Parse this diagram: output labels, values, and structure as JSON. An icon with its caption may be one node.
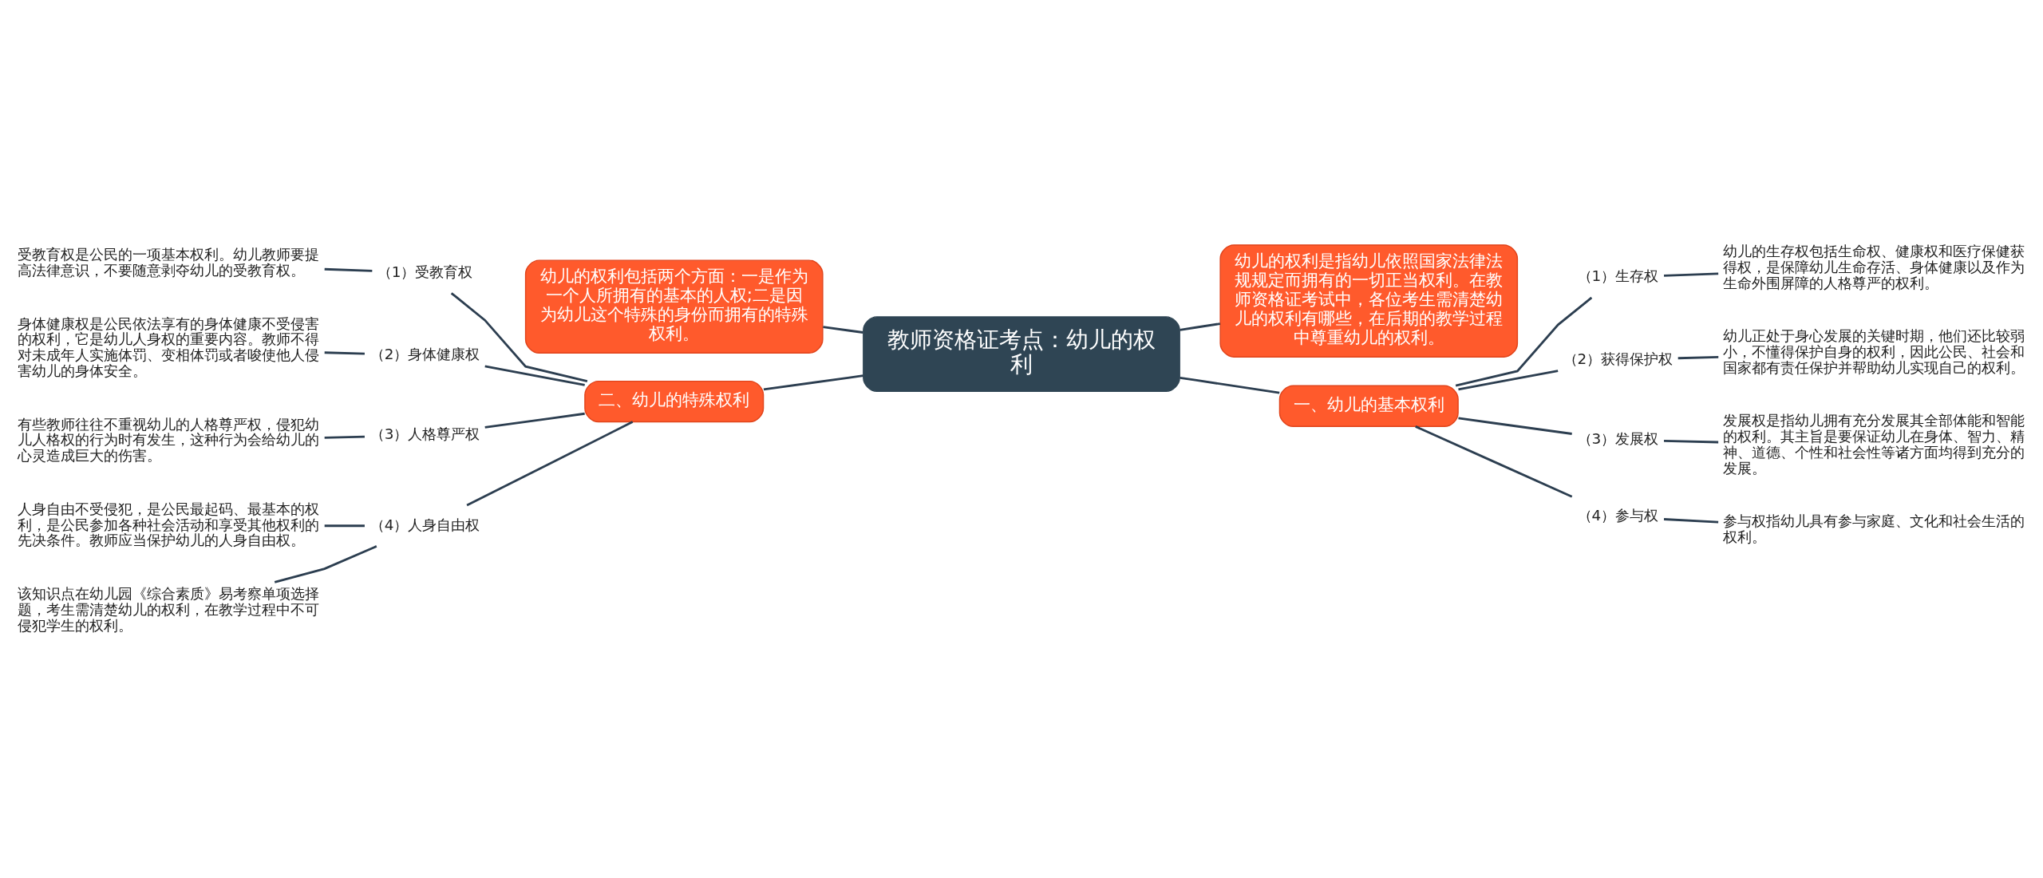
{
  "diagram": {
    "nodes": [
      {
        "text": [
          "教师资格证考点：幼儿的权利"
        ]
      },
      {
        "text": [
          "幼儿的权利包括两个方面：一是作为一个人所拥有的基本的人权;二是因为幼儿这个特殊的身份而拥有的特殊权利。"
        ]
      },
      {
        "text": [
          "二、幼儿的特殊权利"
        ]
      },
      {
        "text": [
          "（1）受教育权"
        ]
      },
      {
        "text": [
          "受教育权是公民的一项基本权利。幼儿教师要提高法律意识，不要随意剥夺幼儿的受教育权。"
        ]
      },
      {
        "text": [
          "（2）身体健康权"
        ]
      },
      {
        "text": [
          "身体健康权是公民依法享有的身体健康不受侵害的权利，它是幼儿人身权的重要内容。教师不得对未成年人实施体罚、变相体罚或者唆使他人侵害幼儿的身体安全。"
        ]
      },
      {
        "text": [
          "（3）人格尊严权"
        ]
      },
      {
        "text": [
          "有些教师往往不重视幼儿的人格尊严权，侵犯幼儿人格权的行为时有发生，这种行为会给幼儿的心灵造成巨大的伤害。"
        ]
      },
      {
        "text": [
          "（4）人身自由权"
        ]
      },
      {
        "text": [
          "人身自由不受侵犯，是公民最起码、最基本的权利，是公民参加各种社会活动和享受其他权利的先决条件。教师应当保护幼儿的人身自由权。"
        ]
      },
      {
        "text": [
          "该知识点在幼儿园《综合素质》易考察单项选择题，考生需清楚幼儿的权利，在教学过程中不可侵犯学生的权利。"
        ]
      },
      {
        "text": [
          "幼儿的权利是指幼儿依照国家法律法规规定而拥有的一切正当权利。在教师资格证考试中，各位考生需清楚幼儿的权利有哪些，在后期的教学过程中尊重幼儿的权利。"
        ]
      },
      {
        "text": [
          "一、幼儿的基本权利"
        ]
      },
      {
        "text": [
          "（1）生存权"
        ]
      },
      {
        "text": [
          "幼儿的生存权包括生命权、健康权和医疗保健获得权，是保障幼儿生命存活、身体健康以及作为生命外围屏障的人格尊严的权利。"
        ]
      },
      {
        "text": [
          "（2）获得保护权"
        ]
      },
      {
        "text": [
          "幼儿正处于身心发展的关键时期，他们还比较弱小，不懂得保护自身的权利，因此公民、社会和国家都有责任保护并帮助幼儿实现自己的权利。"
        ]
      },
      {
        "text": [
          "（3）发展权"
        ]
      },
      {
        "text": [
          "发展权是指幼儿拥有充分发展其全部体能和智能的权利。其主旨是要保证幼儿在身体、智力、精神、道德、个性和社会性等诸方面均得到充分的发展。"
        ]
      },
      {
        "text": [
          "（4）参与权"
        ]
      },
      {
        "text": [
          "参与权指幼儿具有参与家庭、文化和社会生活的权利。"
        ]
      }
    ],
    "edges": [
      {
        "from": 0,
        "to": 1,
        "arrow": "none"
      },
      {
        "from": 0,
        "to": 2,
        "arrow": "none"
      },
      {
        "from": 2,
        "to": 3,
        "arrow": "none"
      },
      {
        "from": 3,
        "to": 4,
        "arrow": "none"
      },
      {
        "from": 2,
        "to": 5,
        "arrow": "none"
      },
      {
        "from": 5,
        "to": 6,
        "arrow": "none"
      },
      {
        "from": 2,
        "to": 7,
        "arrow": "none"
      },
      {
        "from": 7,
        "to": 8,
        "arrow": "none"
      },
      {
        "from": 2,
        "to": 9,
        "arrow": "none"
      },
      {
        "from": 9,
        "to": 10,
        "arrow": "none"
      },
      {
        "from": 9,
        "to": 11,
        "arrow": "none"
      },
      {
        "from": 0,
        "to": 12,
        "arrow": "none"
      },
      {
        "from": 0,
        "to": 13,
        "arrow": "none"
      },
      {
        "from": 13,
        "to": 14,
        "arrow": "none"
      },
      {
        "from": 14,
        "to": 15,
        "arrow": "none"
      },
      {
        "from": 13,
        "to": 16,
        "arrow": "none"
      },
      {
        "from": 16,
        "to": 17,
        "arrow": "none"
      },
      {
        "from": 13,
        "to": 18,
        "arrow": "none"
      },
      {
        "from": 18,
        "to": 19,
        "arrow": "none"
      },
      {
        "from": 13,
        "to": 20,
        "arrow": "none"
      },
      {
        "from": 20,
        "to": 21,
        "arrow": "none"
      }
    ]
  }
}
